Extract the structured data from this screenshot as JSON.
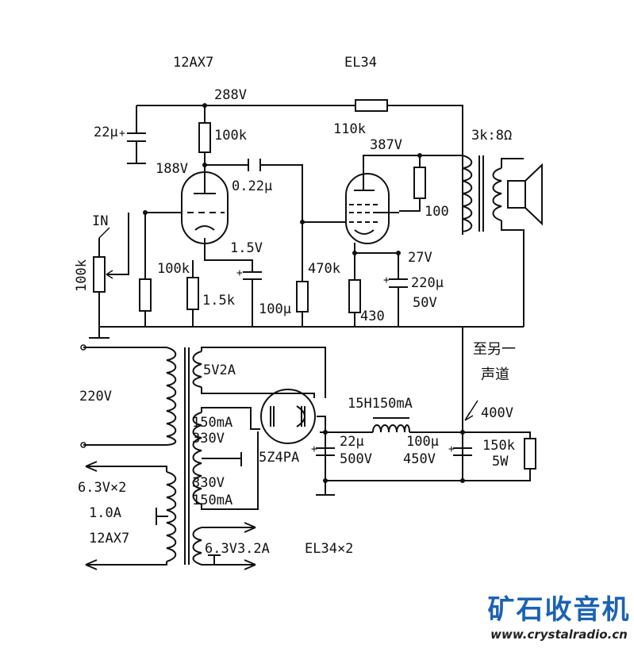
{
  "colors": {
    "line": "#111111",
    "watermark_brand": "#1c62b3",
    "watermark_url": "#222222"
  },
  "tubes": {
    "preamp": "12AX7",
    "output": "EL34",
    "rectifier": "5Z4PA"
  },
  "labels": {
    "b_plus_288": "288V",
    "cap_22u_decouple": "22μ",
    "r_100k_plate": "100k",
    "r_110k": "110k",
    "v_387": "387V",
    "xfmr_out": "3k:8Ω",
    "v_188": "188V",
    "cap_022": "0.22μ",
    "input": "IN",
    "r_100": "100",
    "r_100k_pot": "100k",
    "r_100k_grid": "100k",
    "v_15": "1.5V",
    "r_470k": "470k",
    "v_27": "27V",
    "r_15k": "1.5k",
    "cap_100u_cathode": "100μ",
    "cap_220u": "220μ",
    "cap_220u_v": "50V",
    "r_430": "430",
    "other_channel_1": "至另一",
    "other_channel_2": "声道",
    "mains": "220V",
    "winding_5v": "5V2A",
    "choke": "15H150mA",
    "v_400": "400V",
    "hv_top_ma": "150mA",
    "hv_top_v": "330V",
    "cap_22u_filter": "22μ",
    "cap_22u_filter_v": "500V",
    "cap_100u_filter": "100μ",
    "cap_100u_filter_v": "450V",
    "r_150k": "150k",
    "r_150k_w": "5W",
    "hv_bot_v": "330V",
    "hv_bot_ma": "150mA",
    "heater_12ax7_v": "6.3V×2",
    "heater_12ax7_a": "1.0A",
    "heater_12ax7_tube": "12AX7",
    "heater_el34": "6.3V3.2A",
    "heater_el34_tube": "EL34×2"
  },
  "watermark": {
    "name": "矿石收音机",
    "url": "www.crystalradio.cn"
  }
}
